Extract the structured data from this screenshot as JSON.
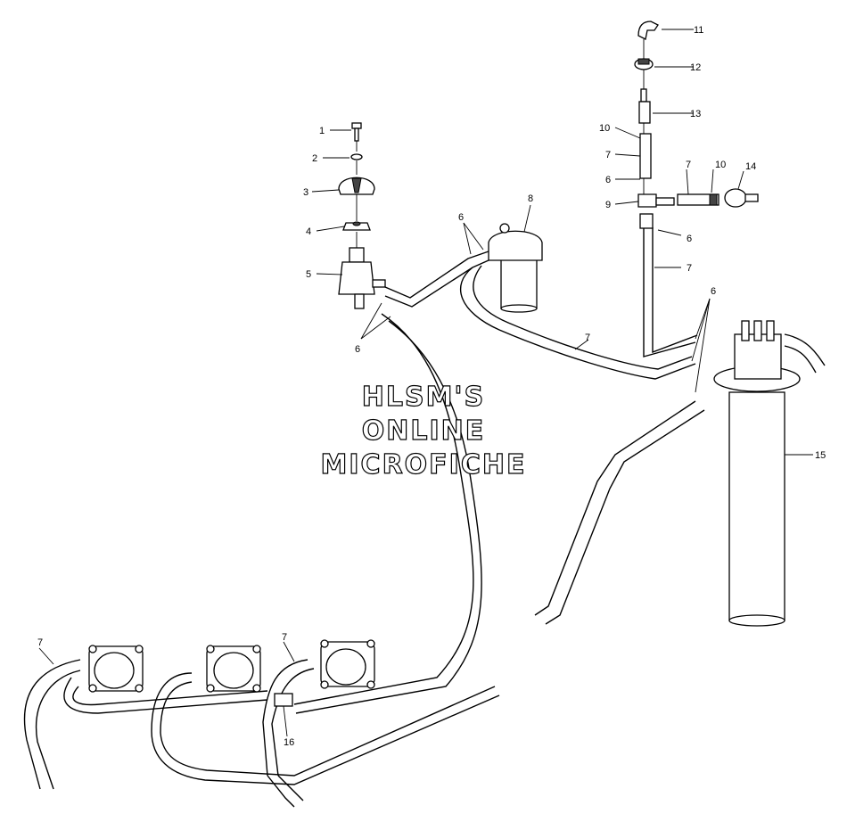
{
  "watermark": {
    "line1": "HLSM'S",
    "line2": "ONLINE",
    "line3": "MICROFICHE"
  },
  "callouts": [
    {
      "id": "c1",
      "text": "1"
    },
    {
      "id": "c2",
      "text": "2"
    },
    {
      "id": "c3",
      "text": "3"
    },
    {
      "id": "c4",
      "text": "4"
    },
    {
      "id": "c5",
      "text": "5"
    },
    {
      "id": "c6a",
      "text": "6"
    },
    {
      "id": "c6b",
      "text": "6"
    },
    {
      "id": "c6c",
      "text": "6"
    },
    {
      "id": "c6d",
      "text": "6"
    },
    {
      "id": "c6e",
      "text": "6"
    },
    {
      "id": "c7a",
      "text": "7"
    },
    {
      "id": "c7b",
      "text": "7"
    },
    {
      "id": "c7c",
      "text": "7"
    },
    {
      "id": "c7d",
      "text": "7"
    },
    {
      "id": "c7e",
      "text": "7"
    },
    {
      "id": "c7f",
      "text": "7"
    },
    {
      "id": "c8",
      "text": "8"
    },
    {
      "id": "c9",
      "text": "9"
    },
    {
      "id": "c10a",
      "text": "10"
    },
    {
      "id": "c10b",
      "text": "10"
    },
    {
      "id": "c11",
      "text": "11"
    },
    {
      "id": "c12",
      "text": "12"
    },
    {
      "id": "c13",
      "text": "13"
    },
    {
      "id": "c14",
      "text": "14"
    },
    {
      "id": "c15",
      "text": "15"
    },
    {
      "id": "c16",
      "text": "16"
    }
  ]
}
